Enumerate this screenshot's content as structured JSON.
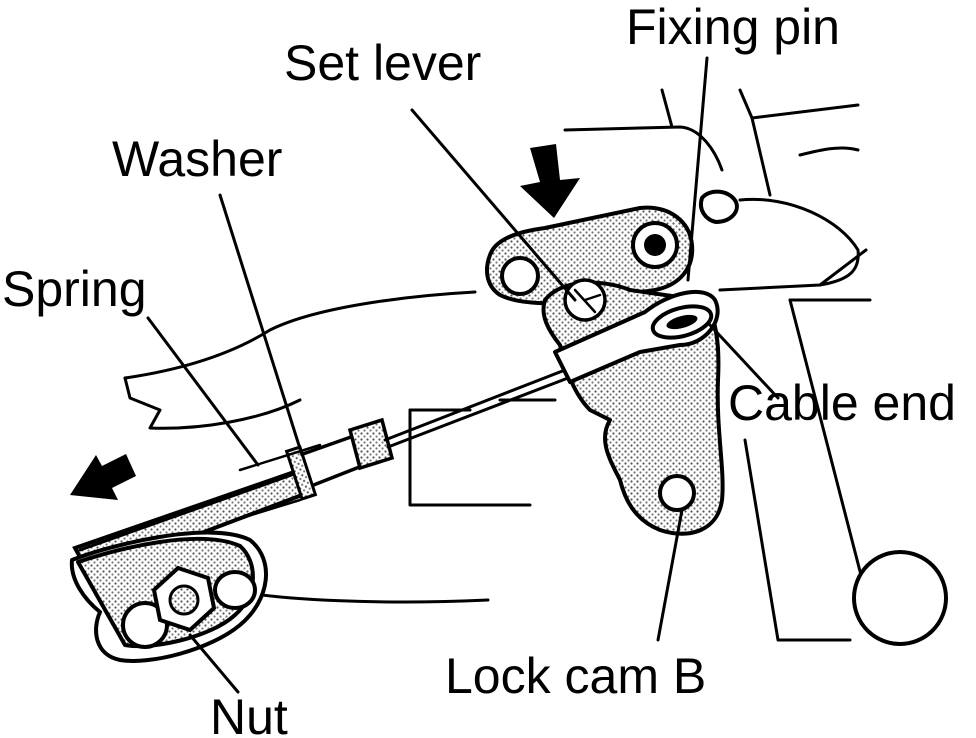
{
  "labels": {
    "fixing_pin": "Fixing pin",
    "set_lever": "Set lever",
    "washer": "Washer",
    "spring": "Spring",
    "cable_end": "Cable end",
    "lock_cam_b": "Lock cam B",
    "nut": "Nut"
  },
  "colors": {
    "ink": "#000000",
    "paper": "#ffffff",
    "shade": "#cfcfcf"
  }
}
